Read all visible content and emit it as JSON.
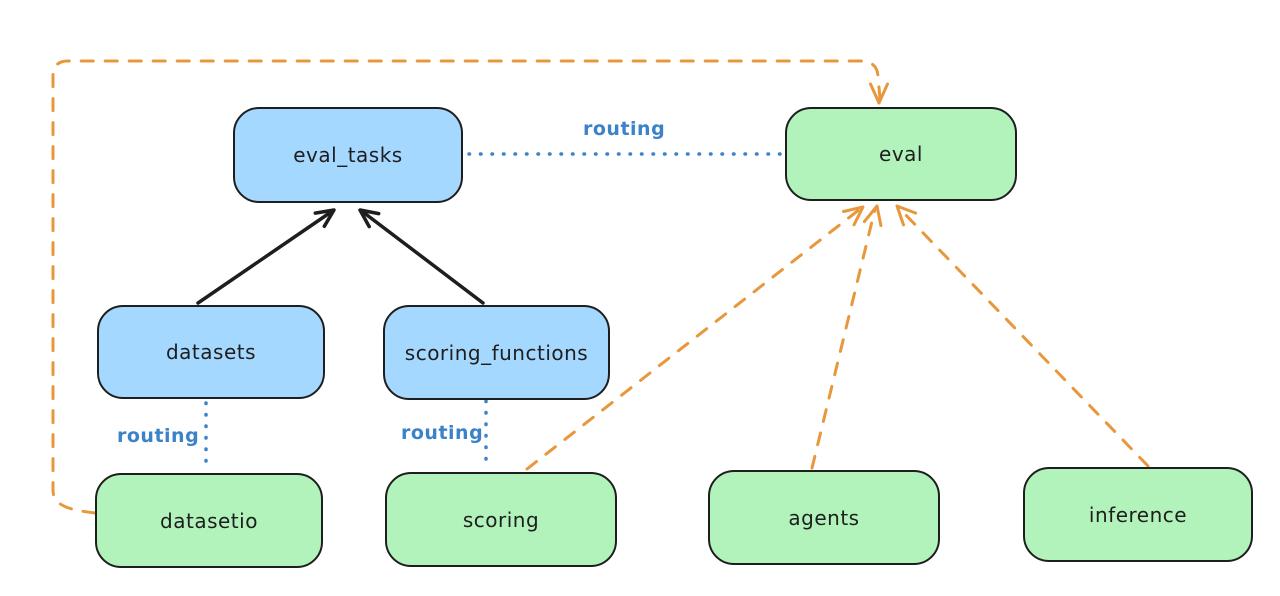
{
  "diagram": {
    "title": "",
    "nodes": [
      {
        "id": "eval_tasks",
        "label": "eval_tasks",
        "fill": "#a5d8ff",
        "role": "resource"
      },
      {
        "id": "eval",
        "label": "eval",
        "fill": "#b2f2bb",
        "role": "api"
      },
      {
        "id": "datasets",
        "label": "datasets",
        "fill": "#a5d8ff",
        "role": "resource"
      },
      {
        "id": "scoring_functions",
        "label": "scoring_functions",
        "fill": "#a5d8ff",
        "role": "resource"
      },
      {
        "id": "datasetio",
        "label": "datasetio",
        "fill": "#b2f2bb",
        "role": "api"
      },
      {
        "id": "scoring",
        "label": "scoring",
        "fill": "#b2f2bb",
        "role": "api"
      },
      {
        "id": "agents",
        "label": "agents",
        "fill": "#b2f2bb",
        "role": "api"
      },
      {
        "id": "inference",
        "label": "inference",
        "fill": "#b2f2bb",
        "role": "api"
      }
    ],
    "edges": [
      {
        "from": "datasets",
        "to": "eval_tasks",
        "style": "solid",
        "color": "#1e1e1e",
        "arrow": true,
        "label": ""
      },
      {
        "from": "scoring_functions",
        "to": "eval_tasks",
        "style": "solid",
        "color": "#1e1e1e",
        "arrow": true,
        "label": ""
      },
      {
        "from": "eval_tasks",
        "to": "eval",
        "style": "dotted",
        "color": "#3b82c8",
        "arrow": false,
        "label": "routing"
      },
      {
        "from": "datasets",
        "to": "datasetio",
        "style": "dotted",
        "color": "#3b82c8",
        "arrow": false,
        "label": "routing"
      },
      {
        "from": "scoring_functions",
        "to": "scoring",
        "style": "dotted",
        "color": "#3b82c8",
        "arrow": false,
        "label": "routing"
      },
      {
        "from": "datasetio",
        "to": "eval",
        "style": "dashed",
        "color": "#e8973c",
        "arrow": true,
        "label": ""
      },
      {
        "from": "scoring",
        "to": "eval",
        "style": "dashed",
        "color": "#e8973c",
        "arrow": true,
        "label": ""
      },
      {
        "from": "agents",
        "to": "eval",
        "style": "dashed",
        "color": "#e8973c",
        "arrow": true,
        "label": ""
      },
      {
        "from": "inference",
        "to": "eval",
        "style": "dashed",
        "color": "#e8973c",
        "arrow": true,
        "label": ""
      }
    ],
    "colors": {
      "background": "#ffffff",
      "node_stroke": "#1e1e1e",
      "blue_fill": "#a5d8ff",
      "green_fill": "#b2f2bb",
      "routing_blue": "#3b82c8",
      "dashed_orange": "#e8973c",
      "text": "#1e1e1e"
    }
  }
}
